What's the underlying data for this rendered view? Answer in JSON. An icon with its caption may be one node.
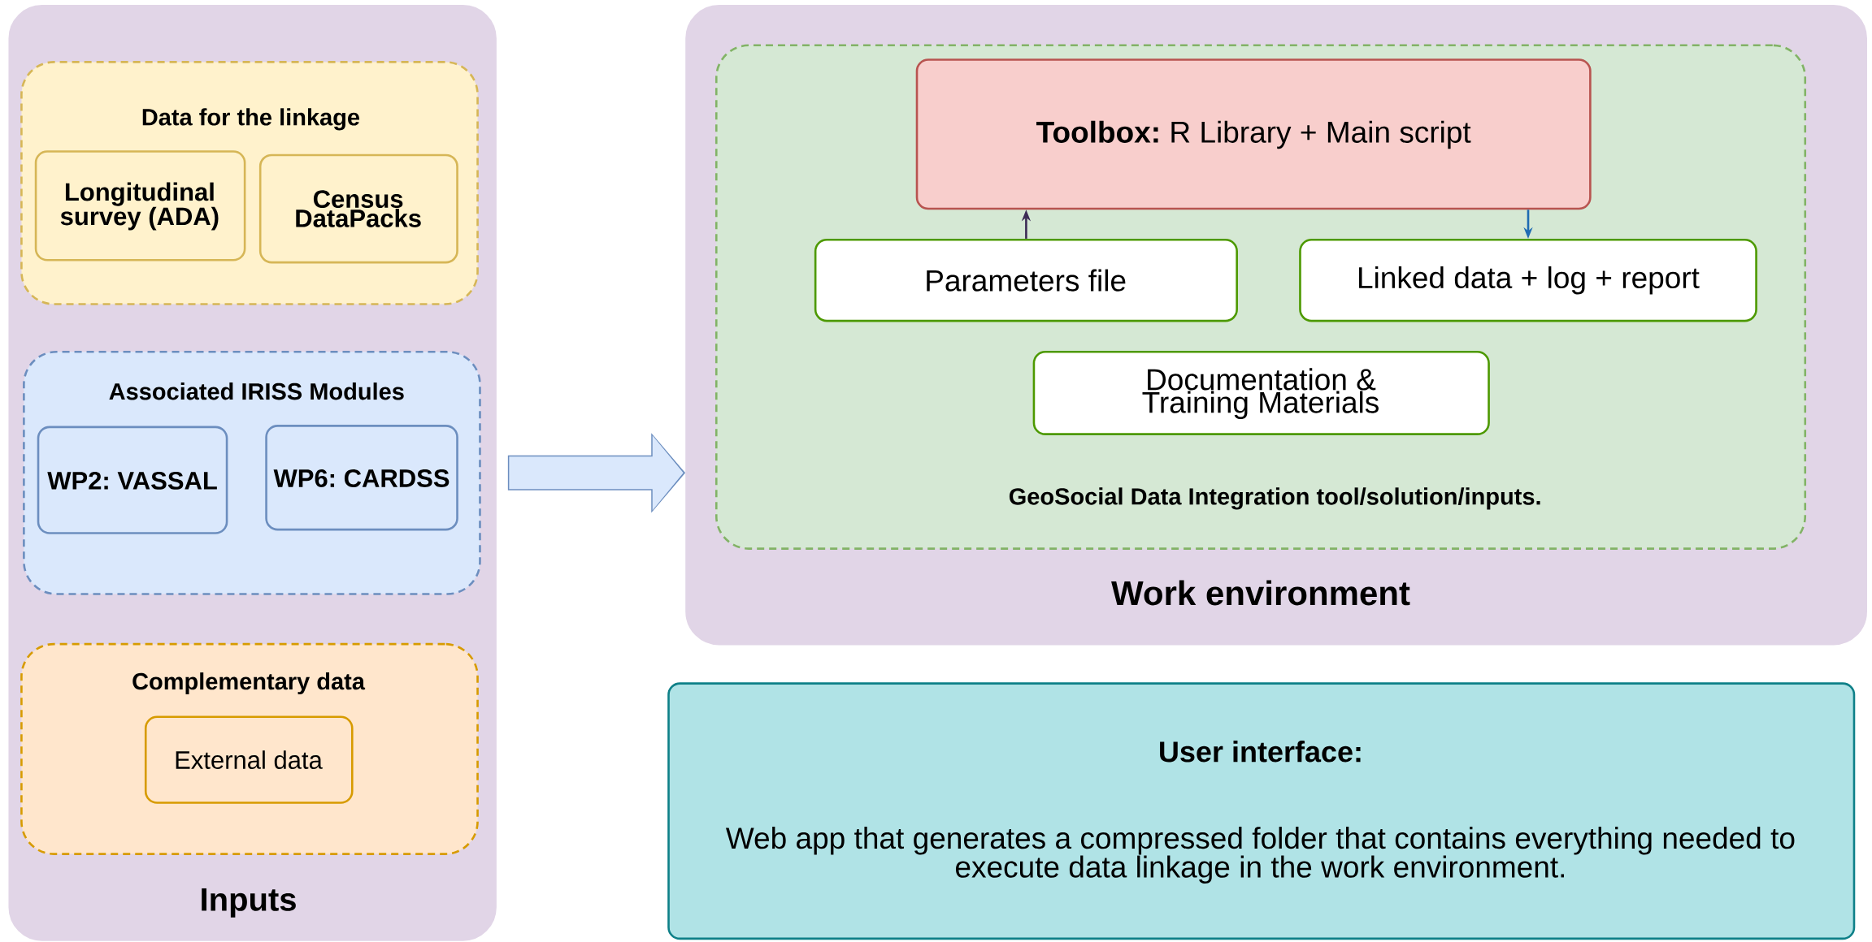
{
  "diagram": {
    "nodes": [
      {
        "text": [
          "Inputs"
        ]
      },
      {
        "text": [
          "Data for the linkage"
        ],
        "in": 0
      },
      {
        "text": [
          "Longitudinal survey (ADA)"
        ],
        "in": 1
      },
      {
        "text": [
          "Census DataPacks"
        ],
        "in": 1
      },
      {
        "text": [
          "Associated IRISS Modules"
        ],
        "in": 0
      },
      {
        "text": [
          "WP2: VASSAL"
        ],
        "in": 4
      },
      {
        "text": [
          "WP6: CARDSS"
        ],
        "in": 4
      },
      {
        "text": [
          "Complementary data"
        ],
        "in": 0
      },
      {
        "text": [
          "External data"
        ],
        "in": 7
      },
      {
        "text": [
          "Work environment"
        ]
      },
      {
        "text": [
          "GeoSocial Data Integration tool/solution/inputs."
        ],
        "in": 9
      },
      {
        "text": [
          "**Toolbox:** R Library + Main script"
        ],
        "in": 10
      },
      {
        "text": [
          "Parameters file"
        ],
        "in": 10
      },
      {
        "text": [
          "Linked data + log + report"
        ],
        "in": 10
      },
      {
        "text": [
          "Documentation & Training Materials"
        ],
        "in": 10
      },
      {
        "text": [
          "User interface:",
          "Web app that generates a compressed folder that contains everything needed to execute data linkage in the work environment."
        ]
      }
    ],
    "edges": [
      {
        "from": 0,
        "to": 9,
        "arrow": "to",
        "style": "thick",
        "color": "#6c8ebf"
      },
      {
        "from": 12,
        "to": 11,
        "arrow": "to",
        "color": "#3d2b56"
      },
      {
        "from": 11,
        "to": 13,
        "arrow": "to",
        "color": "#1f6bb3"
      }
    ]
  }
}
